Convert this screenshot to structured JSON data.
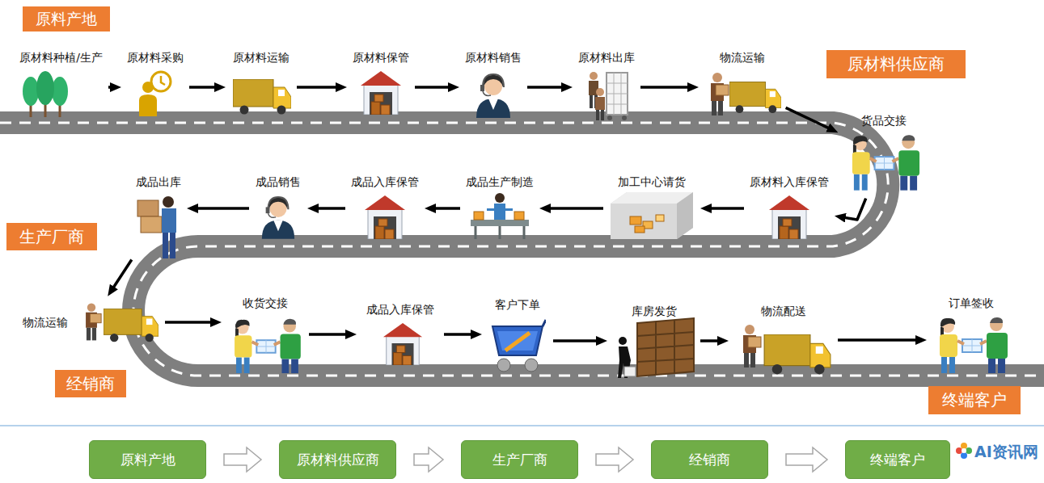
{
  "diagram": {
    "nodes": [
      {
        "text": [
          "原料产地"
        ]
      },
      {
        "text": [
          "原材料种植/生产"
        ]
      },
      {
        "text": [
          "原材料采购"
        ]
      },
      {
        "text": [
          "原材料运输"
        ]
      },
      {
        "text": [
          "原材料保管"
        ]
      },
      {
        "text": [
          "原材料销售"
        ]
      },
      {
        "text": [
          "原材料出库"
        ]
      },
      {
        "text": [
          "物流运输"
        ]
      },
      {
        "text": [
          "原材料供应商"
        ]
      },
      {
        "text": [
          "货品交接"
        ]
      },
      {
        "text": [
          "原材料入库保管"
        ]
      },
      {
        "text": [
          "加工中心请货"
        ]
      },
      {
        "text": [
          "成品生产制造"
        ]
      },
      {
        "text": [
          "成品入库保管"
        ]
      },
      {
        "text": [
          "成品销售"
        ]
      },
      {
        "text": [
          "成品出库"
        ]
      },
      {
        "text": [
          "生产厂商"
        ]
      },
      {
        "text": [
          "物流运输"
        ]
      },
      {
        "text": [
          "经销商"
        ]
      },
      {
        "text": [
          "收货交接"
        ]
      },
      {
        "text": [
          "成品入库保管"
        ]
      },
      {
        "text": [
          "客户下单"
        ]
      },
      {
        "text": [
          "库房发货"
        ]
      },
      {
        "text": [
          "物流配送"
        ]
      },
      {
        "text": [
          "订单签收"
        ]
      },
      {
        "text": [
          "终端客户"
        ]
      },
      {
        "text": [
          "原料产地"
        ]
      },
      {
        "text": [
          "原材料供应商"
        ]
      },
      {
        "text": [
          "生产厂商"
        ]
      },
      {
        "text": [
          "经销商"
        ]
      },
      {
        "text": [
          "终端客户"
        ]
      }
    ],
    "edges": [
      {
        "from": 1,
        "to": 2,
        "arrow": "to"
      },
      {
        "from": 2,
        "to": 3,
        "arrow": "to"
      },
      {
        "from": 3,
        "to": 4,
        "arrow": "to"
      },
      {
        "from": 4,
        "to": 5,
        "arrow": "to"
      },
      {
        "from": 5,
        "to": 6,
        "arrow": "to"
      },
      {
        "from": 6,
        "to": 7,
        "arrow": "to"
      },
      {
        "from": 7,
        "to": 9,
        "arrow": "to"
      },
      {
        "from": 9,
        "to": 10,
        "arrow": "to"
      },
      {
        "from": 10,
        "to": 11,
        "arrow": "to"
      },
      {
        "from": 11,
        "to": 12,
        "arrow": "to"
      },
      {
        "from": 12,
        "to": 13,
        "arrow": "to"
      },
      {
        "from": 13,
        "to": 14,
        "arrow": "to"
      },
      {
        "from": 14,
        "to": 15,
        "arrow": "to"
      },
      {
        "from": 15,
        "to": 17,
        "arrow": "to"
      },
      {
        "from": 17,
        "to": 19,
        "arrow": "to"
      },
      {
        "from": 19,
        "to": 20,
        "arrow": "to"
      },
      {
        "from": 20,
        "to": 21,
        "arrow": "to"
      },
      {
        "from": 21,
        "to": 22,
        "arrow": "to"
      },
      {
        "from": 22,
        "to": 23,
        "arrow": "to"
      },
      {
        "from": 23,
        "to": 24,
        "arrow": "to"
      },
      {
        "from": 26,
        "to": 27,
        "arrow": "to"
      },
      {
        "from": 27,
        "to": 28,
        "arrow": "to"
      },
      {
        "from": 28,
        "to": 29,
        "arrow": "to"
      },
      {
        "from": 29,
        "to": 30,
        "arrow": "to"
      }
    ],
    "labels": [
      "AI资讯网"
    ]
  }
}
